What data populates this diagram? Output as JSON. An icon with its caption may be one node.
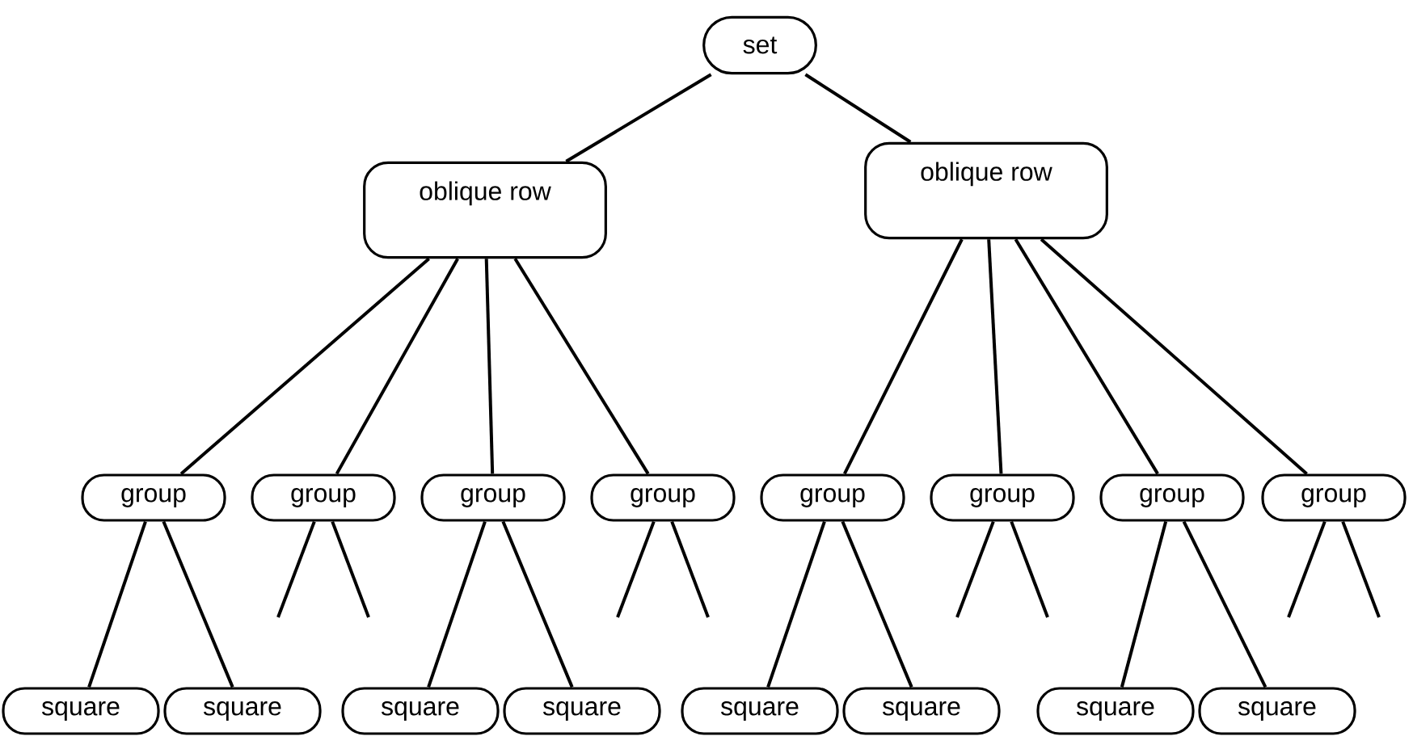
{
  "diagram": {
    "nodes": [
      {
        "text": [
          "set"
        ]
      },
      {
        "text": [
          "oblique row"
        ]
      },
      {
        "text": [
          "oblique row"
        ]
      },
      {
        "text": [
          "group"
        ]
      },
      {
        "text": [
          "group"
        ]
      },
      {
        "text": [
          "group"
        ]
      },
      {
        "text": [
          "group"
        ]
      },
      {
        "text": [
          "group"
        ]
      },
      {
        "text": [
          "group"
        ]
      },
      {
        "text": [
          "group"
        ]
      },
      {
        "text": [
          "group"
        ]
      },
      {
        "text": [
          "square"
        ]
      },
      {
        "text": [
          "square"
        ]
      },
      {
        "text": [
          "square"
        ]
      },
      {
        "text": [
          "square"
        ]
      },
      {
        "text": [
          "square"
        ]
      },
      {
        "text": [
          "square"
        ]
      },
      {
        "text": [
          "square"
        ]
      },
      {
        "text": [
          "square"
        ]
      }
    ],
    "edges": [
      {
        "from": 0,
        "to": 1,
        "arrow": "none"
      },
      {
        "from": 0,
        "to": 2,
        "arrow": "none"
      },
      {
        "from": 1,
        "to": 3,
        "arrow": "none"
      },
      {
        "from": 1,
        "to": 4,
        "arrow": "none"
      },
      {
        "from": 1,
        "to": 5,
        "arrow": "none"
      },
      {
        "from": 1,
        "to": 6,
        "arrow": "none"
      },
      {
        "from": 2,
        "to": 7,
        "arrow": "none"
      },
      {
        "from": 2,
        "to": 8,
        "arrow": "none"
      },
      {
        "from": 2,
        "to": 9,
        "arrow": "none"
      },
      {
        "from": 2,
        "to": 10,
        "arrow": "none"
      },
      {
        "from": 3,
        "to": 11,
        "arrow": "none"
      },
      {
        "from": 3,
        "to": 12,
        "arrow": "none"
      },
      {
        "from": 4,
        "to": null,
        "arrow": "none"
      },
      {
        "from": 4,
        "to": null,
        "arrow": "none"
      },
      {
        "from": 5,
        "to": 13,
        "arrow": "none"
      },
      {
        "from": 5,
        "to": 14,
        "arrow": "none"
      },
      {
        "from": 6,
        "to": null,
        "arrow": "none"
      },
      {
        "from": 6,
        "to": null,
        "arrow": "none"
      },
      {
        "from": 7,
        "to": 15,
        "arrow": "none"
      },
      {
        "from": 7,
        "to": 16,
        "arrow": "none"
      },
      {
        "from": 8,
        "to": null,
        "arrow": "none"
      },
      {
        "from": 8,
        "to": null,
        "arrow": "none"
      },
      {
        "from": 9,
        "to": 17,
        "arrow": "none"
      },
      {
        "from": 9,
        "to": 18,
        "arrow": "none"
      },
      {
        "from": 10,
        "to": null,
        "arrow": "none"
      },
      {
        "from": 10,
        "to": null,
        "arrow": "none"
      }
    ]
  }
}
